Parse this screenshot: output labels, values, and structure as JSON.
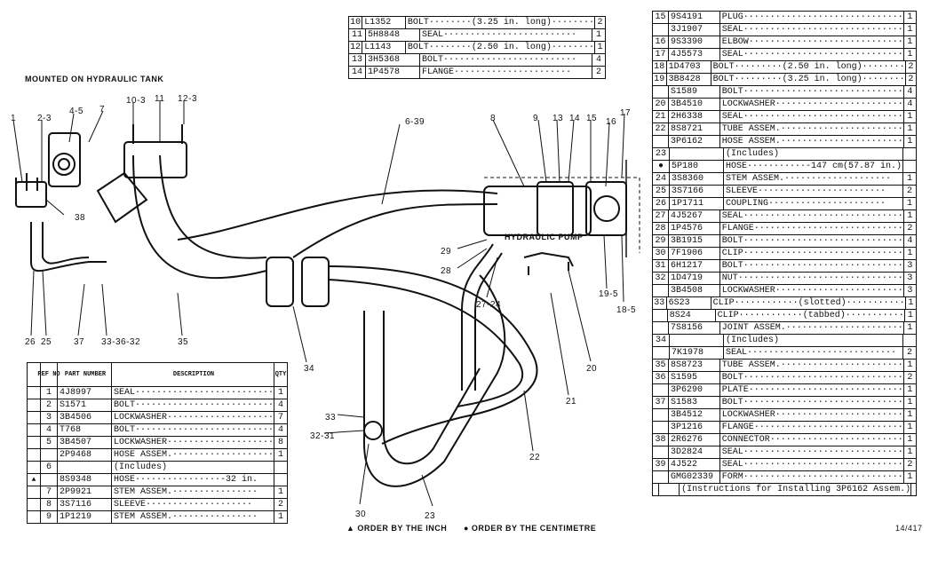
{
  "labels": {
    "mounted": "MOUNTED ON HYDRAULIC TANK",
    "pump": "HYDRAULIC PUMP",
    "legend_inch": "▲ ORDER BY THE INCH",
    "legend_cm": "● ORDER BY THE CENTIMETRE",
    "drawing_no": "14/417"
  },
  "callouts": [
    "1",
    "2-3",
    "4-5",
    "7",
    "10-3",
    "11",
    "12-3",
    "6-39",
    "8",
    "9",
    "13",
    "14",
    "15",
    "16",
    "17",
    "29",
    "28",
    "27-24",
    "19-5",
    "18-5",
    "38",
    "26",
    "25",
    "37",
    "33-36-32",
    "35",
    "34",
    "20",
    "21",
    "22",
    "33",
    "32-31",
    "30",
    "23"
  ],
  "table_top": {
    "rows": [
      {
        "ref": "10",
        "part": "L1352",
        "desc": "BOLT········(3.25 in. long)········",
        "qty": "2"
      },
      {
        "ref": "11",
        "part": "5H8848",
        "desc": "SEAL·························",
        "qty": "1"
      },
      {
        "ref": "12",
        "part": "L1143",
        "desc": "BOLT········(2.50 in. long)········",
        "qty": "1"
      },
      {
        "ref": "13",
        "part": "3H5368",
        "desc": "BOLT·························",
        "qty": "4"
      },
      {
        "ref": "14",
        "part": "1P4578",
        "desc": "FLANGE······················",
        "qty": "2"
      }
    ]
  },
  "table_left": {
    "headers": {
      "ref": "REF NO",
      "part": "PART NUMBER",
      "desc": "DESCRIPTION",
      "qty": "QTY"
    },
    "rows": [
      {
        "mark": "",
        "ref": "1",
        "part": "4J8997",
        "desc": "SEAL··························",
        "qty": "1"
      },
      {
        "mark": "",
        "ref": "2",
        "part": "S1571",
        "desc": "BOLT··························",
        "qty": "4"
      },
      {
        "mark": "",
        "ref": "3",
        "part": "3B4506",
        "desc": "LOCKWASHER····················",
        "qty": "7"
      },
      {
        "mark": "",
        "ref": "4",
        "part": "T768",
        "desc": "BOLT··························",
        "qty": "4"
      },
      {
        "mark": "",
        "ref": "5",
        "part": "3B4507",
        "desc": "LOCKWASHER····················",
        "qty": "8"
      },
      {
        "mark": "",
        "ref": "",
        "part": "2P9468",
        "desc": "HOSE ASSEM.···················",
        "qty": "1"
      },
      {
        "mark": "",
        "ref": "6",
        "part": "",
        "desc": "   (Includes)",
        "qty": ""
      },
      {
        "mark": "▲",
        "ref": "",
        "part": "8S9348",
        "desc": "  HOSE················-32 in.",
        "qty": ""
      },
      {
        "mark": "",
        "ref": "7",
        "part": "2P9921",
        "desc": "  STEM ASSEM.················",
        "qty": "1"
      },
      {
        "mark": "",
        "ref": "8",
        "part": "3S7116",
        "desc": "  SLEEVE····················",
        "qty": "2"
      },
      {
        "mark": "",
        "ref": "9",
        "part": "1P1219",
        "desc": "  STEM ASSEM.················",
        "qty": "1"
      }
    ]
  },
  "table_right": {
    "rows": [
      {
        "ref": "15",
        "part": "9S4191",
        "desc": "PLUG······························",
        "qty": "1"
      },
      {
        "ref": "",
        "part": "3J1907",
        "desc": "SEAL······························",
        "qty": "1"
      },
      {
        "ref": "16",
        "part": "9S3390",
        "desc": "ELBOW·····························",
        "qty": "1"
      },
      {
        "ref": "17",
        "part": "4J5573",
        "desc": "SEAL······························",
        "qty": "1"
      },
      {
        "ref": "18",
        "part": "1D4703",
        "desc": "BOLT·········(2.50 in. long)········",
        "qty": "2"
      },
      {
        "ref": "19",
        "part": "3B8428",
        "desc": "BOLT·········(3.25 in. long)········",
        "qty": "2"
      },
      {
        "ref": "",
        "part": "S1589",
        "desc": "BOLT······························",
        "qty": "4"
      },
      {
        "ref": "20",
        "part": "3B4510",
        "desc": "LOCKWASHER························",
        "qty": "4"
      },
      {
        "ref": "21",
        "part": "2H6338",
        "desc": "SEAL······························",
        "qty": "1"
      },
      {
        "ref": "22",
        "part": "8S8721",
        "desc": "TUBE ASSEM.·······················",
        "qty": "1"
      },
      {
        "ref": "",
        "part": "3P6162",
        "desc": "HOSE ASSEM.·······················",
        "qty": "1"
      },
      {
        "ref": "23",
        "part": "",
        "desc": "   (Includes)",
        "qty": ""
      },
      {
        "ref": "●",
        "part": "5P180",
        "desc": "  HOSE···········-147 cm(57.87 in.)",
        "qty": ""
      },
      {
        "ref": "24",
        "part": "3S8360",
        "desc": "  STEM ASSEM.····················",
        "qty": "1"
      },
      {
        "ref": "25",
        "part": "3S7166",
        "desc": "  SLEEVE························",
        "qty": "2"
      },
      {
        "ref": "26",
        "part": "1P1711",
        "desc": "  COUPLING······················",
        "qty": "1"
      },
      {
        "ref": "27",
        "part": "4J5267",
        "desc": "SEAL······························",
        "qty": "1"
      },
      {
        "ref": "28",
        "part": "1P4576",
        "desc": "FLANGE····························",
        "qty": "2"
      },
      {
        "ref": "29",
        "part": "3B1915",
        "desc": "BOLT······························",
        "qty": "4"
      },
      {
        "ref": "30",
        "part": "7F1906",
        "desc": "CLIP······························",
        "qty": "1"
      },
      {
        "ref": "31",
        "part": "6H1217",
        "desc": "BOLT······························",
        "qty": "3"
      },
      {
        "ref": "32",
        "part": "1D4719",
        "desc": "NUT·······························",
        "qty": "3"
      },
      {
        "ref": "",
        "part": "3B4508",
        "desc": "LOCKWASHER························",
        "qty": "3"
      },
      {
        "ref": "33",
        "part": "6S23",
        "desc": "CLIP············(slotted)···········",
        "qty": "1"
      },
      {
        "ref": "",
        "part": "8S24",
        "desc": "CLIP············(tabbed)···········",
        "qty": "1"
      },
      {
        "ref": "",
        "part": "7S8156",
        "desc": "JOINT ASSEM.······················",
        "qty": "1"
      },
      {
        "ref": "34",
        "part": "",
        "desc": "   (Includes)",
        "qty": ""
      },
      {
        "ref": "",
        "part": "7K1978",
        "desc": "  SEAL····························",
        "qty": "2"
      },
      {
        "ref": "35",
        "part": "8S8723",
        "desc": "TUBE ASSEM.·······················",
        "qty": "1"
      },
      {
        "ref": "36",
        "part": "S1595",
        "desc": "BOLT······························",
        "qty": "2"
      },
      {
        "ref": "",
        "part": "3P6290",
        "desc": "PLATE·····························",
        "qty": "1"
      },
      {
        "ref": "37",
        "part": "S1583",
        "desc": "BOLT······························",
        "qty": "1"
      },
      {
        "ref": "",
        "part": "3B4512",
        "desc": "LOCKWASHER························",
        "qty": "1"
      },
      {
        "ref": "",
        "part": "3P1216",
        "desc": "FLANGE····························",
        "qty": "1"
      },
      {
        "ref": "38",
        "part": "2R6276",
        "desc": "CONNECTOR·························",
        "qty": "1"
      },
      {
        "ref": "",
        "part": "3D2824",
        "desc": "SEAL······························",
        "qty": "1"
      },
      {
        "ref": "39",
        "part": "4J522",
        "desc": "SEAL······························",
        "qty": "2"
      },
      {
        "ref": "",
        "part": "GMG02339",
        "desc": "FORM······························",
        "qty": "1"
      },
      {
        "ref": "",
        "part": "",
        "desc": "(Instructions for Installing 3P6162 Assem.)",
        "qty": ""
      }
    ]
  }
}
